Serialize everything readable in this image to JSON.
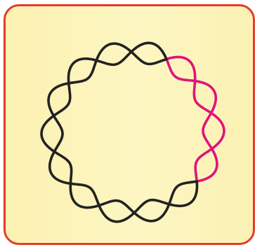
{
  "diagram": {
    "panel_border_color": "#e23c2b",
    "panel_fill_color": "#fdf6c2",
    "strand_base_color": "#222222",
    "strand_highlight_color": "#e0147a",
    "ring": {
      "segment_count": 14,
      "highlighted_segments": [
        0,
        1,
        2,
        3
      ]
    }
  }
}
